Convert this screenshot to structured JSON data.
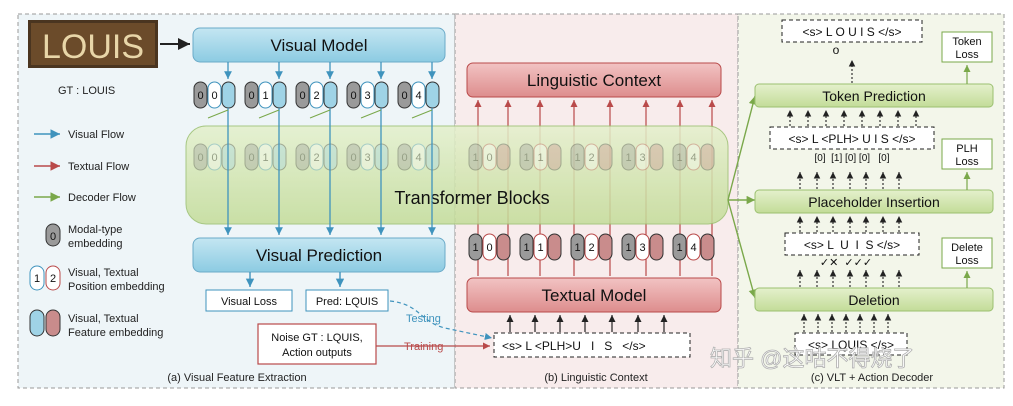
{
  "logo_text": "LOUIS",
  "gt_label": "GT : LOUIS",
  "legend": {
    "visual_flow": "Visual Flow",
    "textual_flow": "Textual Flow",
    "decoder_flow": "Decoder Flow",
    "modal_type_1": "Modal-type",
    "modal_type_2": "embedding",
    "modal_type_digit": "0",
    "pos_1": "Visual, Textual",
    "pos_2": "Position embedding",
    "pos_digit_a": "1",
    "pos_digit_b": "2",
    "feat_1": "Visual, Textual",
    "feat_2": "Feature embedding"
  },
  "panel_a": {
    "visual_model": "Visual Model",
    "visual_prediction": "Visual Prediction",
    "visual_loss": "Visual Loss",
    "pred": "Pred: LQUIS",
    "noise_gt_1": "Noise GT : LQUIS,",
    "noise_gt_2": "Action outputs",
    "caption": "(a) Visual Feature Extraction",
    "tokens": [
      {
        "a": "0",
        "b": "0"
      },
      {
        "a": "0",
        "b": "1"
      },
      {
        "a": "0",
        "b": "2"
      },
      {
        "a": "0",
        "b": "3"
      },
      {
        "a": "0",
        "b": "4"
      }
    ]
  },
  "panel_b": {
    "linguistic_context": "Linguistic Context",
    "textual_model": "Textual Model",
    "testing": "Testing",
    "training": "Training",
    "input_seq": "<s> L <PLH>U   I   S   </s>",
    "caption": "(b) Linguistic Context",
    "tokens": [
      {
        "a": "1",
        "b": "0"
      },
      {
        "a": "1",
        "b": "1"
      },
      {
        "a": "1",
        "b": "2"
      },
      {
        "a": "1",
        "b": "3"
      },
      {
        "a": "1",
        "b": "4"
      }
    ]
  },
  "transformer_blocks": "Transformer Blocks",
  "panel_c": {
    "top_seq": "<s> L O U I S </s>",
    "top_o": "o",
    "token_prediction": "Token Prediction",
    "token_loss_1": "Token",
    "token_loss_2": "Loss",
    "plh_seq": "<s> L <PLH> U I S </s>",
    "plh_counts": "[0]  [1] [0] [0]   [0]",
    "plh_loss_1": "PLH",
    "plh_loss_2": "Loss",
    "placeholder_insertion": "Placeholder Insertion",
    "del_seq": "<s> L  U  I  S </s>",
    "del_marks": "✓✕  ✓✓✓",
    "delete_loss_1": "Delete",
    "delete_loss_2": "Loss",
    "deletion": "Deletion",
    "bottom_seq": "<s> LQUIS </s>",
    "caption": "(c) VLT + Action Decoder"
  },
  "watermark": "知乎 @这咕不得烧了",
  "colors": {
    "blue": "#9fd3e6",
    "blue_stroke": "#4f9cc0",
    "red": "#e7a0a0",
    "red_stroke": "#b94a4a",
    "green": "#cfe4a8",
    "green_stroke": "#7aa84a"
  }
}
